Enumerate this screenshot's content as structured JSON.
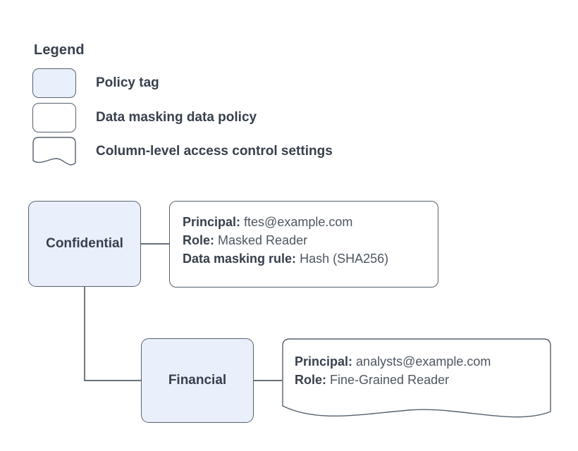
{
  "legend": {
    "title": "Legend",
    "items": [
      {
        "label": "Policy tag",
        "icon": "rounded-rect-filled-swatch"
      },
      {
        "label": "Data masking data policy",
        "icon": "rounded-rect-swatch"
      },
      {
        "label": "Column-level access control settings",
        "icon": "wavy-bottom-rect-swatch"
      }
    ]
  },
  "diagram": {
    "nodes": [
      {
        "id": "confidential",
        "label": "Confidential",
        "type": "policy-tag"
      },
      {
        "id": "financial",
        "label": "Financial",
        "type": "policy-tag"
      }
    ],
    "details": [
      {
        "id": "masking",
        "type": "data-masking-data-policy",
        "lines": [
          {
            "key": "Principal:",
            "value": "ftes@example.com"
          },
          {
            "key": "Role:",
            "value": "Masked Reader"
          },
          {
            "key": "Data masking rule:",
            "value": "Hash (SHA256)"
          }
        ]
      },
      {
        "id": "access",
        "type": "column-level-access-control-settings",
        "lines": [
          {
            "key": "Principal:",
            "value": "analysts@example.com"
          },
          {
            "key": "Role:",
            "value": "Fine-Grained Reader"
          }
        ]
      }
    ]
  },
  "colors": {
    "policy_tag_fill": "#e9f0fc",
    "stroke": "#56616e",
    "text": "#37404d",
    "value_text": "#4d5661",
    "background": "#ffffff"
  }
}
